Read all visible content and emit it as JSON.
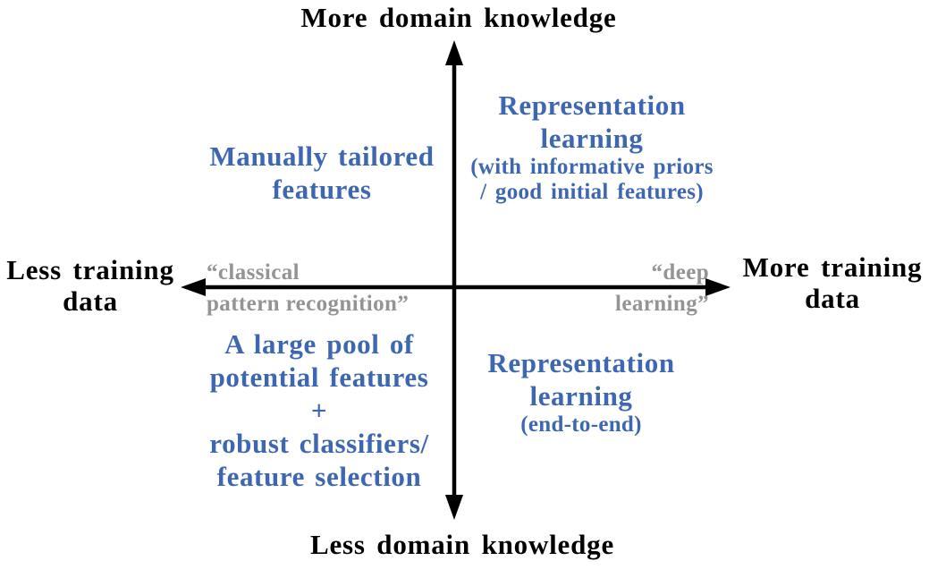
{
  "diagram": {
    "axis_labels": {
      "top": "More domain knowledge",
      "bottom": "Less domain knowledge",
      "left": [
        "Less training",
        "data"
      ],
      "right": [
        "More training",
        "data"
      ]
    },
    "axis_annotations": {
      "left": [
        "“classical",
        "pattern recognition”"
      ],
      "right": [
        "“deep",
        "learning”"
      ]
    },
    "quadrants": {
      "top_left": {
        "lines": [
          "Manually tailored",
          "features"
        ]
      },
      "top_right": {
        "lines": [
          "Representation",
          "learning"
        ],
        "sub_lines": [
          "(with informative priors",
          "/ good initial features)"
        ]
      },
      "bottom_left": {
        "lines": [
          "A large pool of",
          "potential features",
          "+",
          "robust classifiers/",
          "feature selection"
        ]
      },
      "bottom_right": {
        "lines": [
          "Representation",
          "learning"
        ],
        "sub_lines": [
          "(end-to-end)"
        ]
      }
    },
    "colors": {
      "quadrant_text": "#3E67B2",
      "axis_annotation_text": "#949494",
      "axis_and_labels": "#000000",
      "background": "#FFFFFF"
    }
  }
}
